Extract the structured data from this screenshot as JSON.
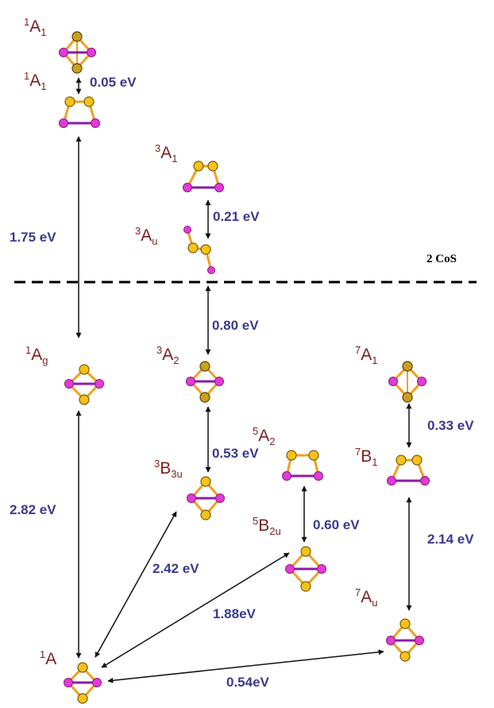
{
  "colors": {
    "cobalt": "#f5c21b",
    "cobalt_stroke": "#7a5a00",
    "cobalt_dark": "#8a6d10",
    "sulfur": "#e33ad6",
    "bond": "#f0a020",
    "ss_bond": "#8a1aa8",
    "state_label": "#7a1f1f",
    "energy_label": "#3a3a8c",
    "arrow": "#111111"
  },
  "states": [
    {
      "id": "1A1-top",
      "sup": "1",
      "main": "A",
      "sub": "1"
    },
    {
      "id": "1A1-second",
      "sup": "1",
      "main": "A",
      "sub": "1"
    },
    {
      "id": "3A1",
      "sup": "3",
      "main": "A",
      "sub": "1"
    },
    {
      "id": "3Au",
      "sup": "3",
      "main": "A",
      "sub": "u"
    },
    {
      "id": "1Ag",
      "sup": "1",
      "main": "A",
      "sub": "g"
    },
    {
      "id": "3A2",
      "sup": "3",
      "main": "A",
      "sub": "2"
    },
    {
      "id": "7A1",
      "sup": "7",
      "main": "A",
      "sub": "1"
    },
    {
      "id": "5A2",
      "sup": "5",
      "main": "A",
      "sub": "2"
    },
    {
      "id": "7B1",
      "sup": "7",
      "main": "B",
      "sub": "1"
    },
    {
      "id": "3B3u",
      "sup": "3",
      "main": "B",
      "sub": "3u"
    },
    {
      "id": "5B2u",
      "sup": "5",
      "main": "B",
      "sub": "2u"
    },
    {
      "id": "7Au",
      "sup": "7",
      "main": "A",
      "sub": "u"
    },
    {
      "id": "1A",
      "sup": "1",
      "main": "A",
      "sub": ""
    }
  ],
  "energies": [
    "0.05 eV",
    "1.75 eV",
    "0.21 eV",
    "0.80 eV",
    "2.82 eV",
    "0.53 eV",
    "0.33 eV",
    "0.60 eV",
    "2.14 eV",
    "2.42 eV",
    "1.88eV",
    "0.54eV"
  ],
  "dissociation_label": "2 CoS"
}
